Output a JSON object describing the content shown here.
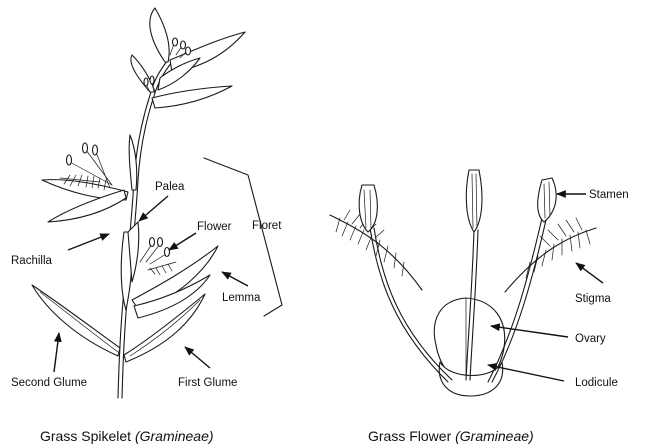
{
  "spikelet": {
    "labels": {
      "palea": "Palea",
      "flower": "Flower",
      "floret": "Floret",
      "rachilla": "Rachilla",
      "lemma": "Lemma",
      "second_glume": "Second Glume",
      "first_glume": "First Glume"
    },
    "caption_main": "Grass Spikelet ",
    "caption_italic": "(Gramineae)"
  },
  "flower": {
    "labels": {
      "stamen": "Stamen",
      "stigma": "Stigma",
      "ovary": "Ovary",
      "lodicule": "Lodicule"
    },
    "caption_main": "Grass Flower ",
    "caption_italic": "(Gramineae)"
  }
}
